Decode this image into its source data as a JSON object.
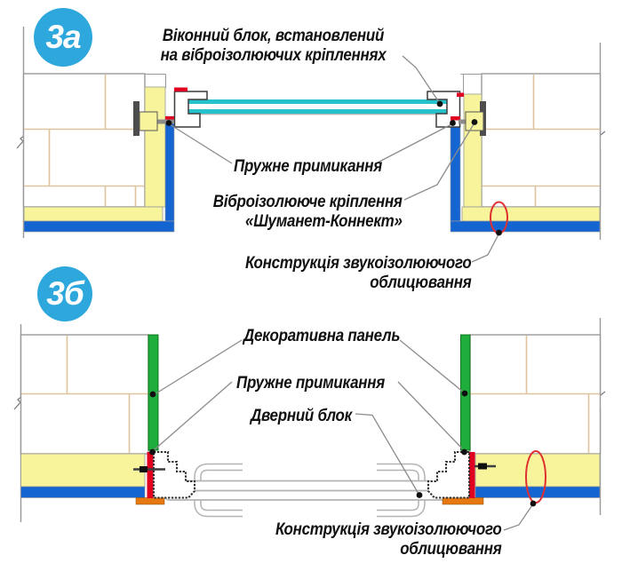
{
  "colors": {
    "badge": "#2EA7DC",
    "insulation_yellow": "#F7F49C",
    "board_blue": "#1464D2",
    "panel_green": "#1FAD3C",
    "seal_red": "#E00020",
    "sill_orange": "#E5790F",
    "glass_cyan": "#26C2CB",
    "masonry_joint": "#DFC39C",
    "outline_gray": "#999999",
    "leader_gray": "#8C8C8C",
    "frame_dark": "#3C3C3C",
    "door_gray": "#B4B4B4",
    "highlight_red": "#E03030",
    "text_black": "#111111"
  },
  "diagram_a": {
    "badge": "3а",
    "labels": {
      "window_block": {
        "line1": "Віконний блок, встановлений",
        "line2": "на віброізолюючих кріпленнях"
      },
      "elastic_junction": "Пружне примикання",
      "vibro_mount": {
        "line1": "Віброізолююче кріплення",
        "line2": "«Шуманет-Коннект»"
      },
      "cladding": {
        "line1": "Конструкція звукоізолюючого",
        "line2": "облицювання"
      }
    }
  },
  "diagram_b": {
    "badge": "3б",
    "labels": {
      "decorative_panel": "Декоративна панель",
      "elastic_junction": "Пружне примикання",
      "door_block": "Дверний блок",
      "cladding": {
        "line1": "Конструкція звукоізолюючого",
        "line2": "облицювання"
      }
    }
  }
}
